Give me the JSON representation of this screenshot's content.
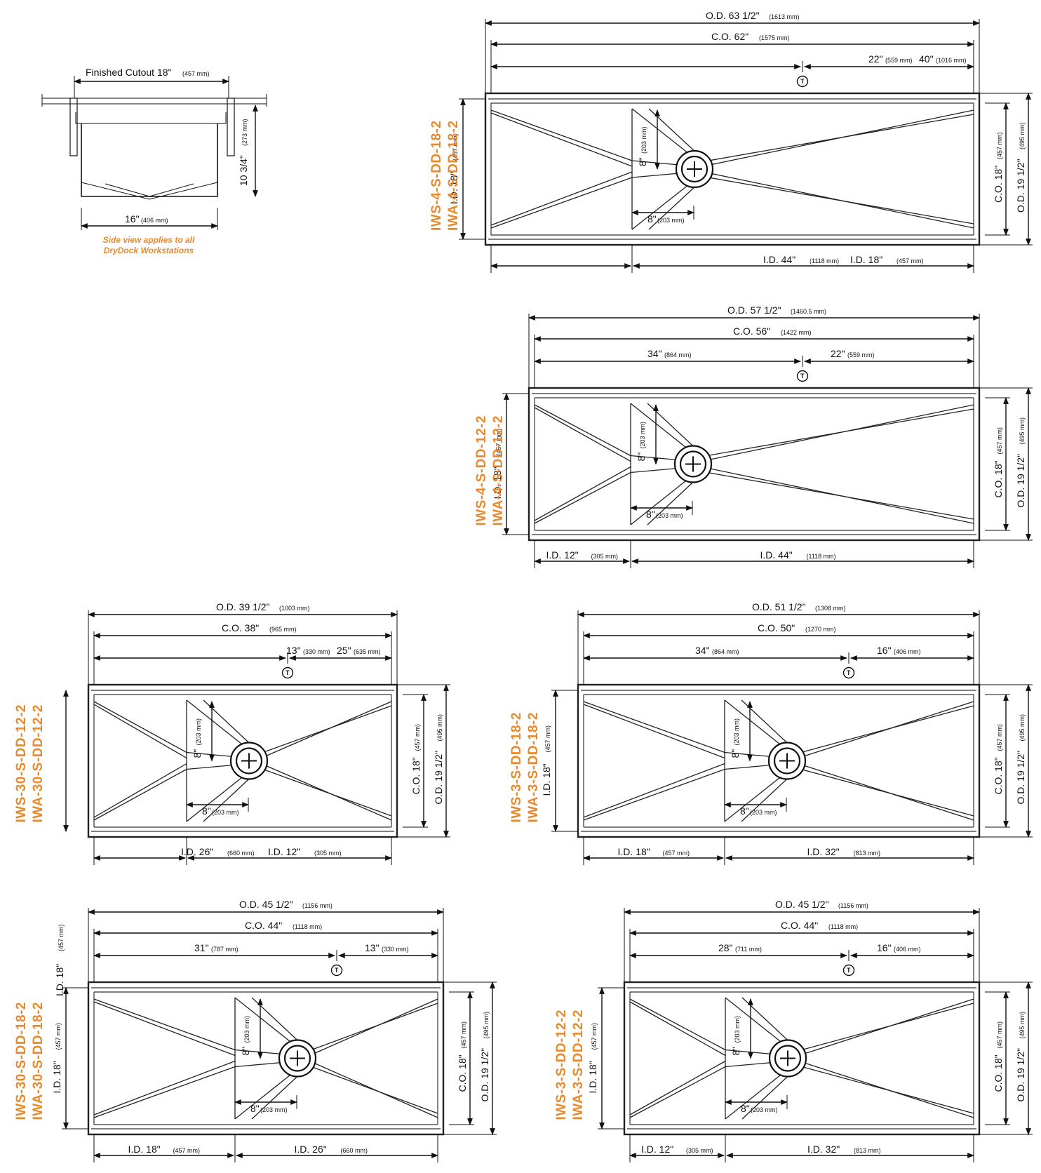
{
  "side_view": {
    "cutout_label": "Finished Cutout 18\"",
    "cutout_mm": "(457 mm)",
    "depth_label": "10 3/4\"",
    "depth_mm": "(273 mm)",
    "bottom_label": "16\"",
    "bottom_mm": "(406 mm)",
    "note_line1": "Side view applies to all",
    "note_line2": "DryDock Workstations"
  },
  "views": [
    {
      "model1": "IWS-4-S-DD-18-2",
      "model2": "IWA-4-S-DD-18-2",
      "od": "O.D. 63 1/2\"",
      "od_mm": "(1613 mm)",
      "co": "C.O. 62\"",
      "co_mm": "(1575 mm)",
      "seg_left": "",
      "seg_left_mm": "",
      "seg_right": "22\"",
      "seg_right_mm": "(559 mm)",
      "seg_right2": "40\"",
      "seg_right2_mm": "(1016 mm)",
      "tap": "T",
      "left_h": "I.D. 18\"",
      "left_h_mm": "(457 mm)",
      "co_h": "C.O. 18\"",
      "co_h_mm": "(457 mm)",
      "od_h": "O.D. 19 1/2\"",
      "od_h_mm": "(495 mm)",
      "v8": "8\"",
      "v8_mm": "(203 mm)",
      "h8": "8\"",
      "h8_mm": "(203 mm)",
      "bot_left": "",
      "bot_left_mm": "",
      "bot_right": "I.D. 44\"",
      "bot_right_mm": "(1118 mm)",
      "bot_right2": "I.D. 18\"",
      "bot_right2_mm": "(457 mm)"
    },
    {
      "model1": "IWS-4-S-DD-12-2",
      "model2": "IWA-4-S-DD-12-2",
      "od": "O.D. 57 1/2\"",
      "od_mm": "(1460.5 mm)",
      "co": "C.O. 56\"",
      "co_mm": "(1422 mm)",
      "seg_left": "34\"",
      "seg_left_mm": "(864 mm)",
      "seg_right": "22\"",
      "seg_right_mm": "(559 mm)",
      "seg_right2": "",
      "seg_right2_mm": "",
      "tap": "T",
      "left_h": "I.D. 18\"",
      "left_h_mm": "(457 mm)",
      "co_h": "C.O. 18\"",
      "co_h_mm": "(457 mm)",
      "od_h": "O.D. 19 1/2\"",
      "od_h_mm": "(495 mm)",
      "v8": "8\"",
      "v8_mm": "(203 mm)",
      "h8": "8\"",
      "h8_mm": "(203 mm)",
      "bot_left": "I.D. 12\"",
      "bot_left_mm": "(305 mm)",
      "bot_right": "I.D. 44\"",
      "bot_right_mm": "(1118 mm)",
      "bot_right2": "",
      "bot_right2_mm": ""
    },
    {
      "model1": "IWS-30-S-DD-12-2",
      "model2": "IWA-30-S-DD-12-2",
      "od": "O.D. 39 1/2\"",
      "od_mm": "(1003 mm)",
      "co": "C.O. 38\"",
      "co_mm": "(965 mm)",
      "seg_left": "",
      "seg_left_mm": "",
      "seg_right": "13\"",
      "seg_right_mm": "(330 mm)",
      "seg_right2": "25\"",
      "seg_right2_mm": "(635 mm)",
      "tap": "T",
      "left_h": "",
      "left_h_mm": "",
      "co_h": "C.O. 18\"",
      "co_h_mm": "(457 mm)",
      "od_h": "O.D. 19 1/2\"",
      "od_h_mm": "(495 mm)",
      "v8": "8\"",
      "v8_mm": "(203 mm)",
      "h8": "8\"",
      "h8_mm": "(203 mm)",
      "bot_left": "",
      "bot_left_mm": "",
      "bot_right": "I.D. 26\"",
      "bot_right_mm": "(660 mm)",
      "bot_right2": "I.D. 12\"",
      "bot_right2_mm": "(305 mm)"
    },
    {
      "model1": "IWS-3-S-DD-18-2",
      "model2": "IWA-3-S-DD-18-2",
      "od": "O.D. 51 1/2\"",
      "od_mm": "(1308 mm)",
      "co": "C.O. 50\"",
      "co_mm": "(1270 mm)",
      "seg_left": "34\"",
      "seg_left_mm": "(864 mm)",
      "seg_right": "16\"",
      "seg_right_mm": "(406 mm)",
      "seg_right2": "",
      "seg_right2_mm": "",
      "tap": "T",
      "left_h": "I.D. 18\"",
      "left_h_mm": "(457 mm)",
      "co_h": "C.O. 18\"",
      "co_h_mm": "(457 mm)",
      "od_h": "O.D. 19 1/2\"",
      "od_h_mm": "(495 mm)",
      "v8": "8\"",
      "v8_mm": "(203 mm)",
      "h8": "8\"",
      "h8_mm": "(203 mm)",
      "bot_left": "I.D. 18\"",
      "bot_left_mm": "(457 mm)",
      "bot_right": "I.D. 32\"",
      "bot_right_mm": "(813 mm)",
      "bot_right2": "",
      "bot_right2_mm": ""
    },
    {
      "model1": "IWS-30-S-DD-18-2",
      "model2": "IWA-30-S-DD-18-2",
      "extra_top": "I.D. 18\"",
      "extra_top_mm": "(457 mm)",
      "od": "O.D. 45 1/2\"",
      "od_mm": "(1156 mm)",
      "co": "C.O. 44\"",
      "co_mm": "(1118 mm)",
      "seg_left": "31\"",
      "seg_left_mm": "(787 mm)",
      "seg_right": "13\"",
      "seg_right_mm": "(330 mm)",
      "seg_right2": "",
      "seg_right2_mm": "",
      "tap": "T",
      "left_h": "I.D. 18\"",
      "left_h_mm": "(457 mm)",
      "co_h": "C.O. 18\"",
      "co_h_mm": "(457 mm)",
      "od_h": "O.D. 19 1/2\"",
      "od_h_mm": "(495 mm)",
      "v8": "8\"",
      "v8_mm": "(203 mm)",
      "h8": "8\"",
      "h8_mm": "(203 mm)",
      "bot_left": "I.D. 18\"",
      "bot_left_mm": "(457 mm)",
      "bot_right": "I.D. 26\"",
      "bot_right_mm": "(660 mm)",
      "bot_right2": "",
      "bot_right2_mm": ""
    },
    {
      "model1": "IWS-3-S-DD-12-2",
      "model2": "IWA-3-S-DD-12-2",
      "od": "O.D. 45 1/2\"",
      "od_mm": "(1156 mm)",
      "co": "C.O. 44\"",
      "co_mm": "(1118 mm)",
      "seg_left": "28\"",
      "seg_left_mm": "(711 mm)",
      "seg_right": "16\"",
      "seg_right_mm": "(406 mm)",
      "seg_right2": "",
      "seg_right2_mm": "",
      "tap": "T",
      "left_h": "I.D. 18\"",
      "left_h_mm": "(457 mm)",
      "co_h": "C.O. 18\"",
      "co_h_mm": "(457 mm)",
      "od_h": "O.D. 19 1/2\"",
      "od_h_mm": "(495 mm)",
      "v8": "8\"",
      "v8_mm": "(203 mm)",
      "h8": "8\"",
      "h8_mm": "(203 mm)",
      "bot_left": "I.D. 12\"",
      "bot_left_mm": "(305 mm)",
      "bot_right": "I.D. 32\"",
      "bot_right_mm": "(813 mm)",
      "bot_right2": "",
      "bot_right2_mm": ""
    }
  ]
}
